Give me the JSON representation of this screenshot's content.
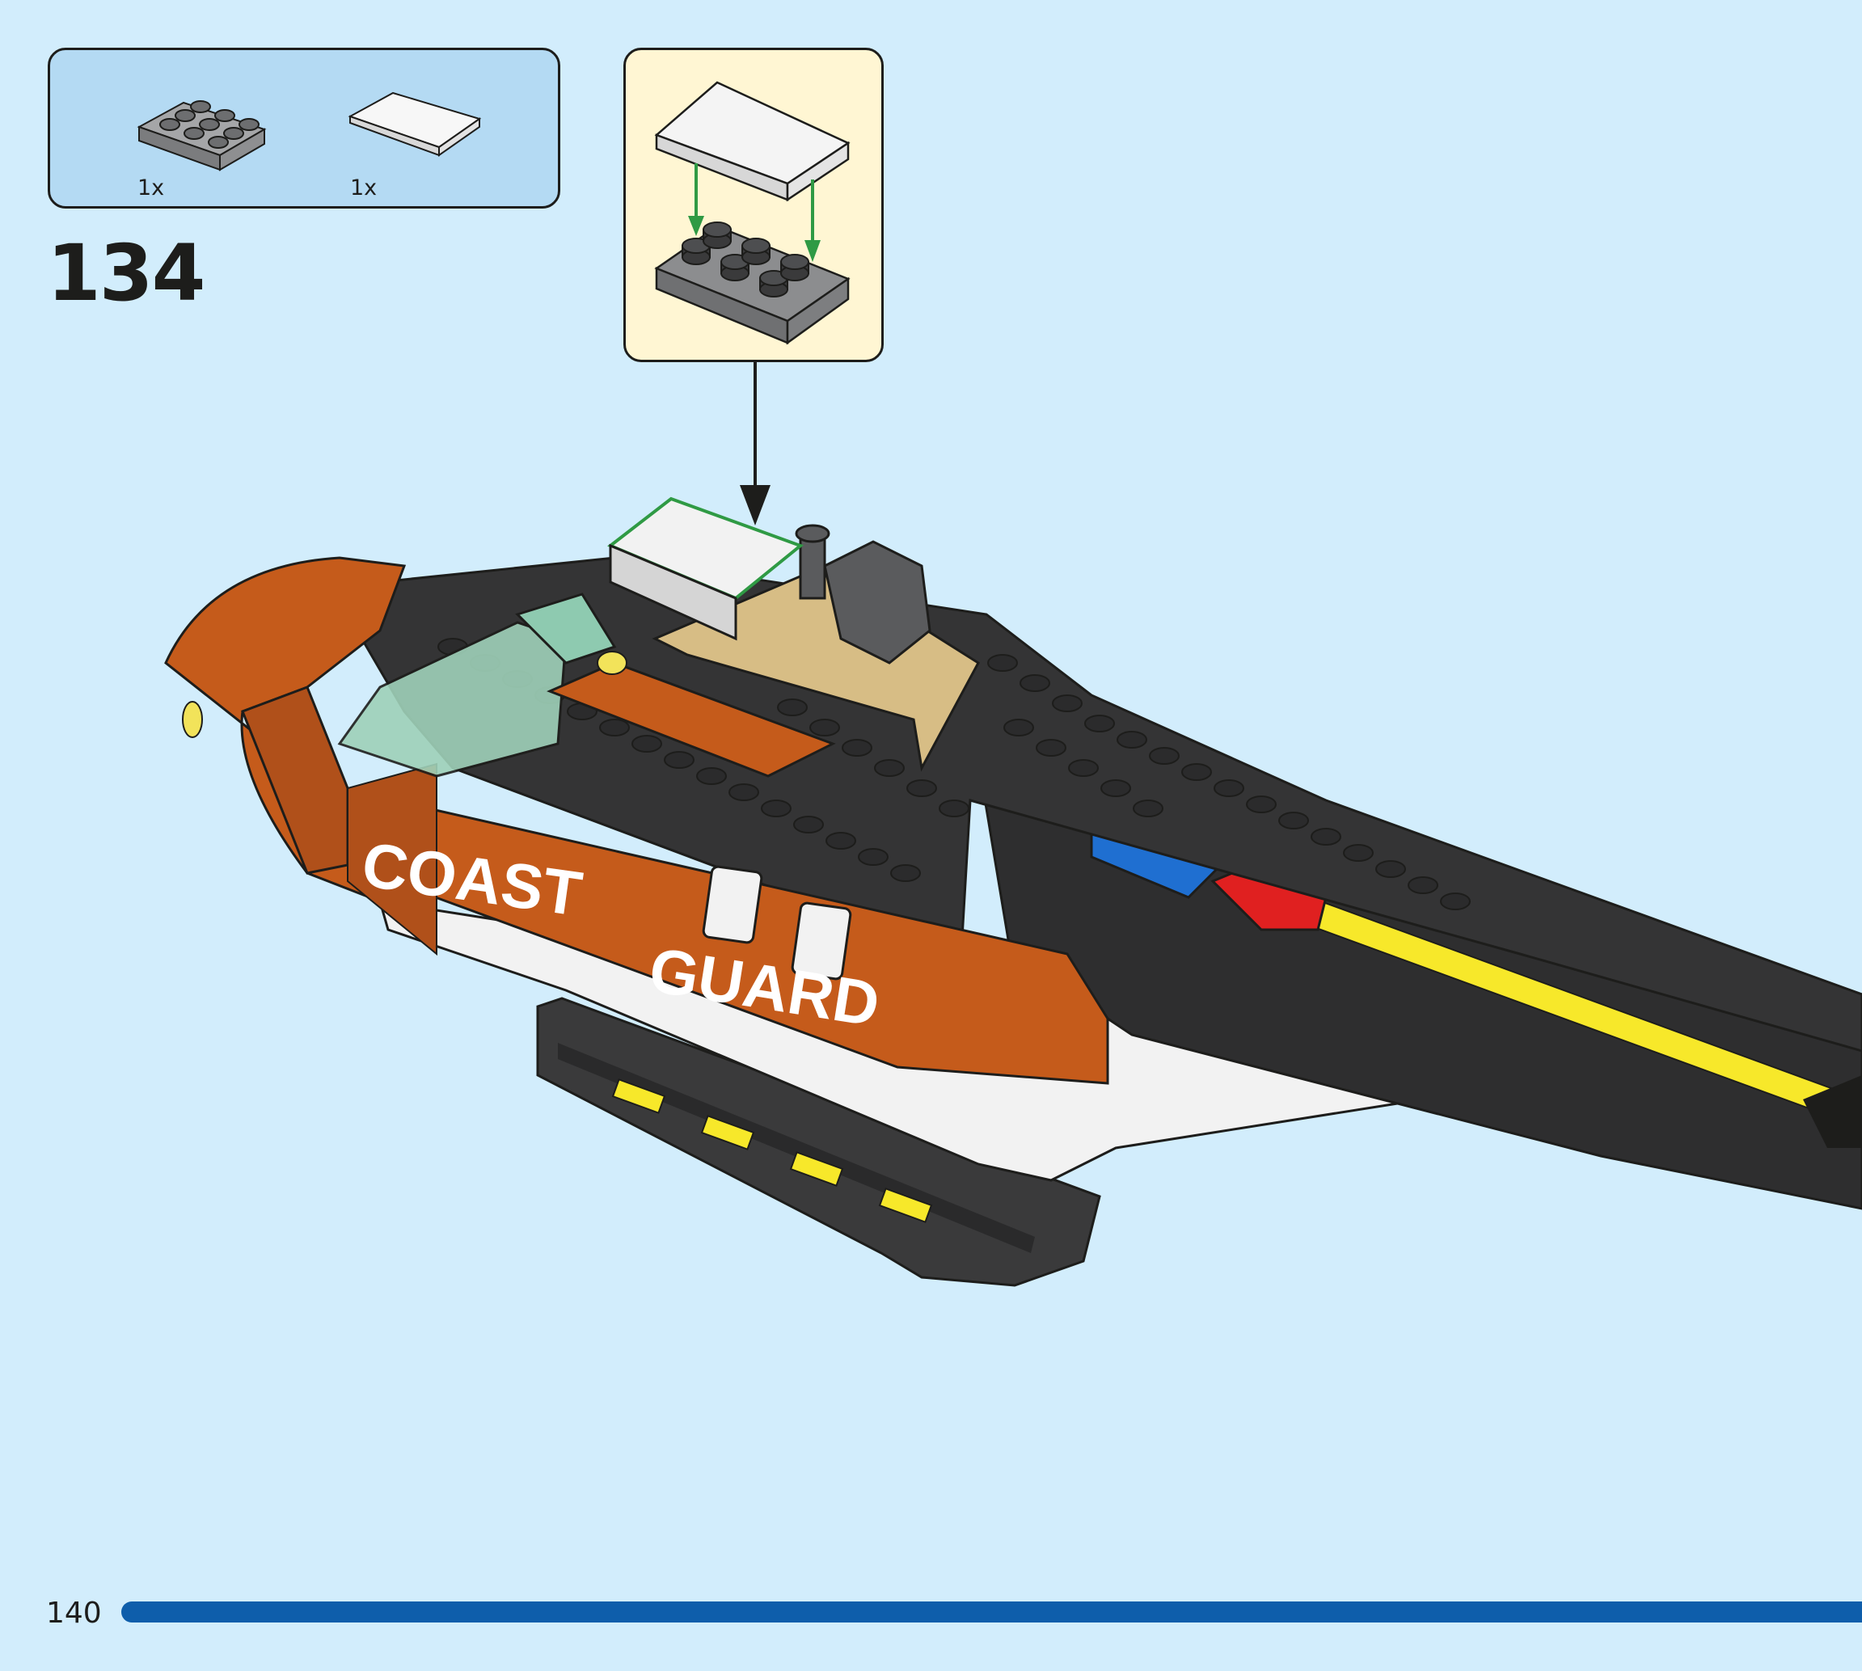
{
  "parts_list": {
    "items": [
      {
        "part": "grey-plate-2x3",
        "quantity_label": "1x"
      },
      {
        "part": "white-tile-2x3",
        "quantity_label": "1x"
      }
    ]
  },
  "step": {
    "number": "134"
  },
  "model": {
    "decal_line1": "COAST",
    "decal_line2": "GUARD"
  },
  "page": {
    "number": "140"
  },
  "colors": {
    "background": "#d2edfc",
    "parts_box": "#b4daf3",
    "callout": "#fff6d3",
    "hull_orange": "#c55b1b",
    "progress": "#0e5eab",
    "arrow_green": "#2f9a44"
  }
}
